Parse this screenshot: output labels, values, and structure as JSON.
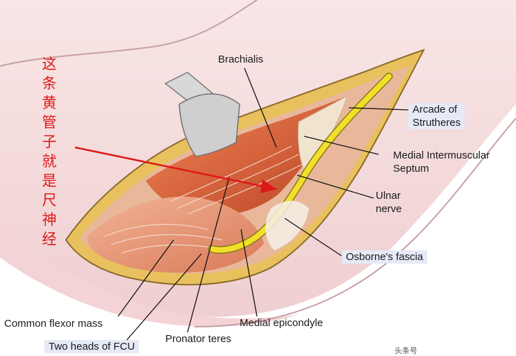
{
  "annotation_cn": "这条黄管子就是尺神经",
  "labels": {
    "brachialis": "Brachialis",
    "arcade_line1": "Arcade of",
    "arcade_line2": "Strutheres",
    "septum_line1": "Medial Intermuscular",
    "septum_line2": "Septum",
    "ulnar_line1": "Ulnar",
    "ulnar_line2": "nerve",
    "osborne": "Osborne's fascia",
    "common_flexor": "Common flexor mass",
    "fcu": "Two heads of FCU",
    "pronator": "Pronator teres",
    "epicondyle": "Medial epicondyle"
  },
  "watermark": "头条号",
  "colors": {
    "skin": "#f5d9da",
    "skin_edge": "#c79fa3",
    "fat": "#e8c15e",
    "muscle": "#d6643c",
    "nerve": "#f2df2a",
    "annotation": "#e01818",
    "label_box": "#e6e9f6"
  }
}
